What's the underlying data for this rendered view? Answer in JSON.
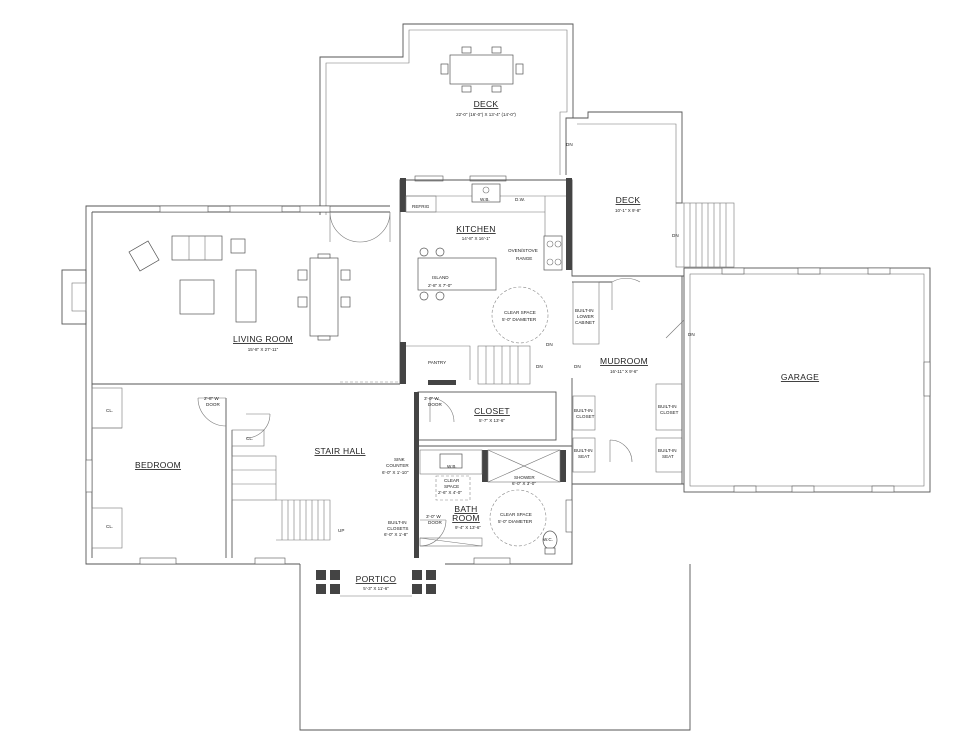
{
  "rooms": {
    "deck_top": {
      "name": "DECK",
      "dim": "22'-0\" (16'-0\") X 13'-4\" (14'-0\")"
    },
    "deck_right": {
      "name": "DECK",
      "dim": "10'-1\" X 9'-8\""
    },
    "kitchen": {
      "name": "KITCHEN",
      "dim": "14'-8\" X 16'-1\""
    },
    "living": {
      "name": "LIVING ROOM",
      "dim": "15'-8\" X 27'-11\""
    },
    "mudroom": {
      "name": "MUDROOM",
      "dim": "16'-11\" X 9'-6\""
    },
    "garage": {
      "name": "GARAGE"
    },
    "closet": {
      "name": "CLOSET",
      "dim": "5'-7\" X 13'-6\""
    },
    "stair_hall": {
      "name": "STAIR HALL"
    },
    "bedroom": {
      "name": "BEDROOM"
    },
    "bath": {
      "name1": "BATH",
      "name2": "ROOM",
      "dim": "9'-4\" X 13'-6\""
    },
    "portico": {
      "name": "PORTICO",
      "dim": "5'-3\" X 11'-6\""
    }
  },
  "labels": {
    "refrig": "REFRIG",
    "wb_kitchen": "W.B.",
    "dw": "D.W.",
    "oven_1": "OVEN/STOVE",
    "oven_2": "RANGE",
    "island_1": "ISLAND",
    "island_2": "2'-8\" X 7'-0\"",
    "clear_k1": "CLEAR SPACE",
    "clear_k2": "5'-0\" DIAMETER",
    "builtin_lower_1": "BUILT-IN",
    "builtin_lower_2": "LOWER",
    "builtin_lower_3": "CABINET",
    "pantry": "PANTRY",
    "dn_kitchen": "DN",
    "dn_stair": "DN",
    "dn_mud": "DN",
    "dn_deck1": "DN",
    "dn_deck2": "DN",
    "dn_garage": "DN",
    "cl_1": "CL.",
    "cl_2": "CL.",
    "cl_3": "CL.",
    "door_bed_1": "2'-8\" W",
    "door_bed_2": "DOOR",
    "door_clo_1": "3'-0\" W",
    "door_clo_2": "DOOR",
    "door_bath_1": "3'-0\" W",
    "door_bath_2": "DOOR",
    "builtin_closet_m1": "BUILT-IN",
    "builtin_closet_m2": "CLOSET",
    "builtin_seat_m1": "BUILT-IN",
    "builtin_seat_m2": "SEAT",
    "builtin_closet_g1": "BUILT-IN",
    "builtin_closet_g2": "CLOSET",
    "builtin_seat_g1": "BUILT-IN",
    "builtin_seat_g2": "SEAT",
    "sink_1": "SINK",
    "sink_2": "COUNTER",
    "sink_3": "6'-0\" X 1'-10\"",
    "wb_bath": "W.B.",
    "clear_b1": "CLEAR",
    "clear_b2": "SPACE",
    "clear_b3": "2'-6\" X 4'-0\"",
    "shower_1": "SHOWER",
    "shower_2": "6'-0\" X 3'-0\"",
    "clear_b4": "CLEAR SPACE",
    "clear_b5": "5'-0\" DIAMETER",
    "wc": "W.C.",
    "builtin_c1": "BUILT-IN",
    "builtin_c2": "CLOSETS",
    "builtin_c3": "6'-0\" X 1'-8\"",
    "up": "UP"
  }
}
